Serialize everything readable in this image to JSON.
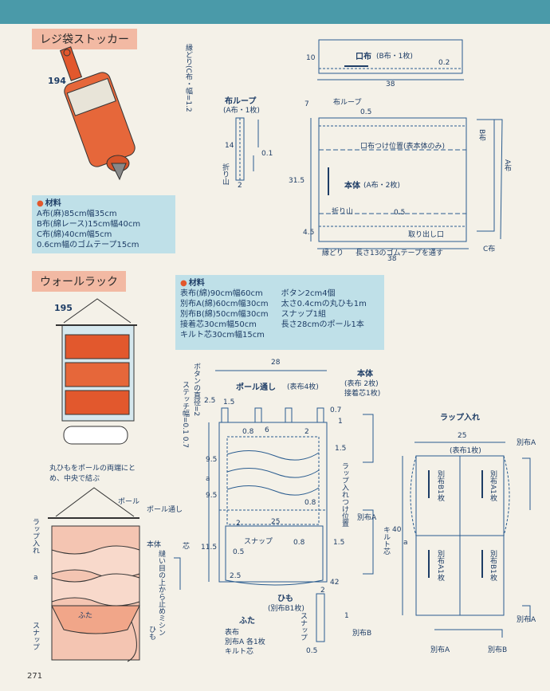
{
  "sec1": {
    "title": "レジ袋ストッカー",
    "item_no": "194",
    "materials_head": "材料",
    "materials": [
      "A布(麻)85cm幅35cm",
      "B布(綿レース)15cm幅40cm",
      "C布(綿)40cm幅5cm",
      "0.6cm幅のゴムテープ15cm"
    ],
    "bias_note": "縁どり(C布・幅=1.2",
    "loop_title": "布ループ",
    "loop_sub": "(A布・1枚)",
    "loop_14": "14",
    "loop_01": "0.1",
    "loop_fold": "折り山",
    "loop_2": "2",
    "kuchi_title": "口布",
    "kuchi_sub": "(B布・1枚)",
    "kuchi_10": "10",
    "kuchi_02": "0.2",
    "kuchi_38": "38",
    "body_7": "7",
    "body_loop": "布ループ",
    "body_05a": "0.5",
    "body_pos": "口布つけ位置(表本体のみ)",
    "body_title": "本体",
    "body_sub": "(A布・2枚)",
    "body_315": "31.5",
    "body_fold": "折り山",
    "body_05b": "0.5",
    "body_45": "4.5",
    "body_out": "取り出し口",
    "body_border": "縁どり",
    "body_gum": "長さ13のゴムテープを通す",
    "body_38": "38",
    "side_b": "B布",
    "side_a": "A布",
    "side_c": "C布"
  },
  "sec2": {
    "title": "ウォールラック",
    "item_no": "195",
    "materials_head": "材料",
    "materials_left": [
      "表布(綿)90cm幅60cm",
      "別布A(綿)60cm幅30cm",
      "別布B(綿)50cm幅30cm",
      "接着芯30cm幅50cm",
      "キルト芯30cm幅15cm"
    ],
    "materials_right": [
      "ボタン2cm4個",
      "太さ0.4cmの丸ひも1m",
      "スナップ1組",
      "長さ28cmのポール1本"
    ],
    "illus_note": "丸ひもをポールの両端にとめ、中央で結ぶ",
    "il_pole": "ポール",
    "il_pole_pass": "ポール通し",
    "il_wrap": "ラップ入れ",
    "il_body": "本体",
    "il_a": "a",
    "il_stitch": "縫い目の上から止めミシン",
    "il_futa": "ふた",
    "il_snap": "スナップ",
    "il_himo": "ひも",
    "il_kokoro": "芯",
    "button_note": "ボタンの直径=2",
    "stitch_note": "ステッチ幅=0.1 0.7",
    "d_28": "28",
    "pole_title": "ポール通し",
    "pole_sub": "(表布4枚)",
    "hontai_title": "本体",
    "hontai_sub1": "(表布 2枚)",
    "hontai_sub2": "接着芯1枚)",
    "d_25a": "2.5",
    "d_15a": "1.5",
    "d_07": "0.7",
    "d_1": "1",
    "d_08a": "0.8",
    "d_6": "6",
    "d_2a": "2",
    "d_15b": "1.5",
    "d_95a": "9.5",
    "d_a": "a",
    "d_95b": "9.5",
    "wrap_pos": "ラップ入れつけ位置",
    "d_08b": "0.8",
    "d_25b": "25",
    "d_2b": "2",
    "d_snap": "スナップ",
    "d_08c": "0.8",
    "d_15c": "1.5",
    "d_115": "11.5",
    "d_05": "0.5",
    "d_25c": "2.5",
    "d_42": "42",
    "d_2c": "2",
    "betsu_a": "別布A",
    "quilt": "キルト芯",
    "himo_title": "ひも",
    "himo_sub": "(別布B1枚)",
    "futa_title": "ふた",
    "futa_1": "表布",
    "futa_2": "別布A 各1枚",
    "futa_3": "キルト芯",
    "d_snap2": "スナップ",
    "d_05b": "0.5",
    "d_1b": "1",
    "betsu_b": "別布B",
    "wrap_title": "ラップ入れ",
    "wrap_25": "25",
    "wrap_sub": "(表布1枚)",
    "wrap_betsu_a": "別布A",
    "wrap_40": "40",
    "wrap_a": "a",
    "wrap_q1": "別布B1枚",
    "wrap_q2": "別布A1枚",
    "wrap_q3": "別布A1枚",
    "wrap_q4": "別布B1枚",
    "wrap_betsu_a2": "別布A",
    "wrap_betsu_b": "別布B",
    "wrap_betsu_a3": "別布A"
  },
  "page_number": "271"
}
